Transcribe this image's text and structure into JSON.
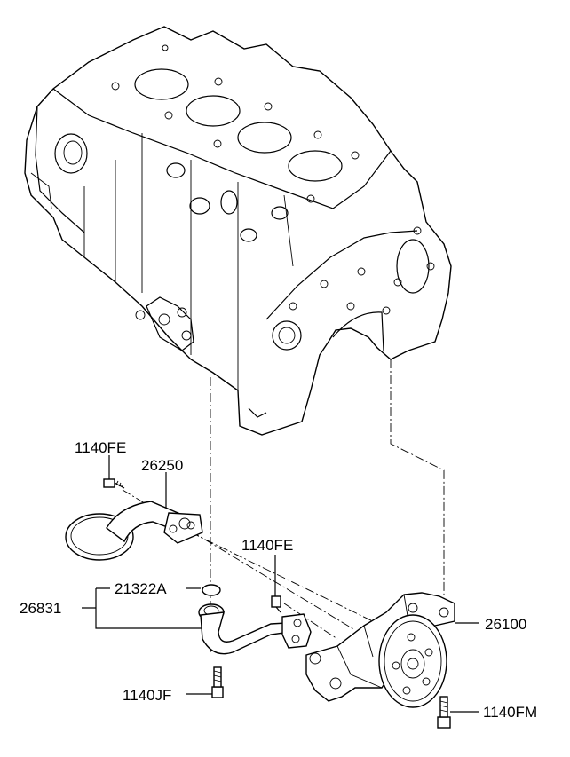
{
  "diagram": {
    "labels": {
      "bolt_top": "1140FE",
      "oil_cap_tube": "26250",
      "bolt_mid": "1140FE",
      "o_ring": "21322A",
      "strainer": "26831",
      "oil_pump": "26100",
      "bolt_strainer": "1140JF",
      "bolt_pump": "1140FM"
    }
  }
}
